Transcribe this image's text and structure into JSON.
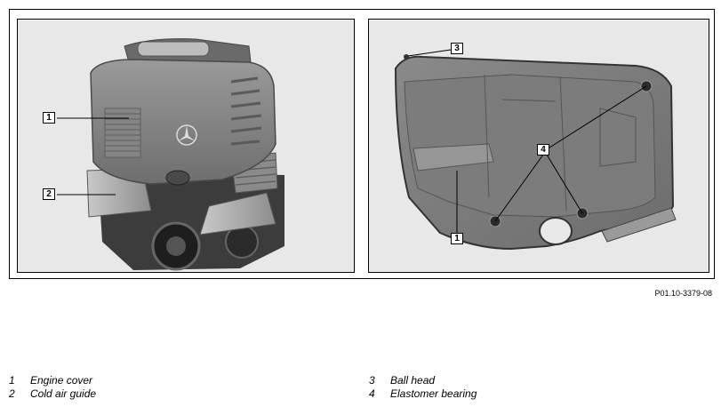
{
  "figure": {
    "reference": "P01.10-3379-08",
    "callouts": {
      "c1a": "1",
      "c2": "2",
      "c3": "3",
      "c4": "4",
      "c1b": "1"
    }
  },
  "legend": [
    {
      "num": "1",
      "text": "Engine cover"
    },
    {
      "num": "2",
      "text": "Cold air guide"
    },
    {
      "num": "3",
      "text": "Ball head"
    },
    {
      "num": "4",
      "text": "Elastomer bearing"
    }
  ]
}
